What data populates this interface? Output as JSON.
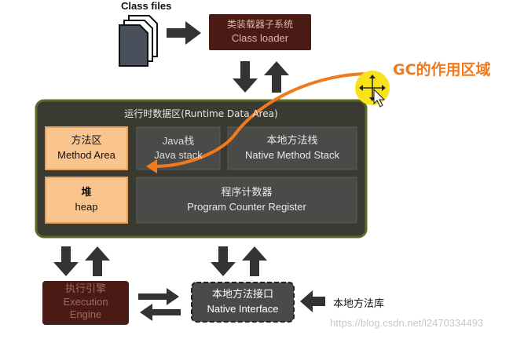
{
  "class_files": {
    "label": "Class files"
  },
  "class_loader": {
    "cn": "类装载器子系统",
    "en": "Class loader"
  },
  "runtime_area": {
    "title": "运行时数据区(Runtime Data Area)"
  },
  "method_area": {
    "cn": "方法区",
    "en": "Method Area"
  },
  "java_stack": {
    "cn": "Java栈",
    "en": "Java stack"
  },
  "native_method_stack": {
    "cn": "本地方法栈",
    "en": "Native Method Stack"
  },
  "heap": {
    "cn": "堆",
    "en": "heap"
  },
  "pc_register": {
    "cn": "程序计数器",
    "en": "Program Counter Register"
  },
  "execution_engine": {
    "cn": "执行引擎",
    "en1": "Execution",
    "en2": "Engine"
  },
  "native_interface": {
    "cn": "本地方法接口",
    "en": "Native Interface"
  },
  "native_library": {
    "label": "本地方法库"
  },
  "gc_annotation": {
    "label": "GC的作用区域"
  },
  "watermark": {
    "text": "https://blog.csdn.net/l2470334493"
  },
  "colors": {
    "dark_red": "#4a1a14",
    "runtime_bg": "#3a3a33",
    "runtime_border": "#5b6b2a",
    "inner_box": "#4a4a48",
    "orange_fill": "#f9c48e",
    "gc_orange": "#f07a1c",
    "arrow": "#333333"
  }
}
